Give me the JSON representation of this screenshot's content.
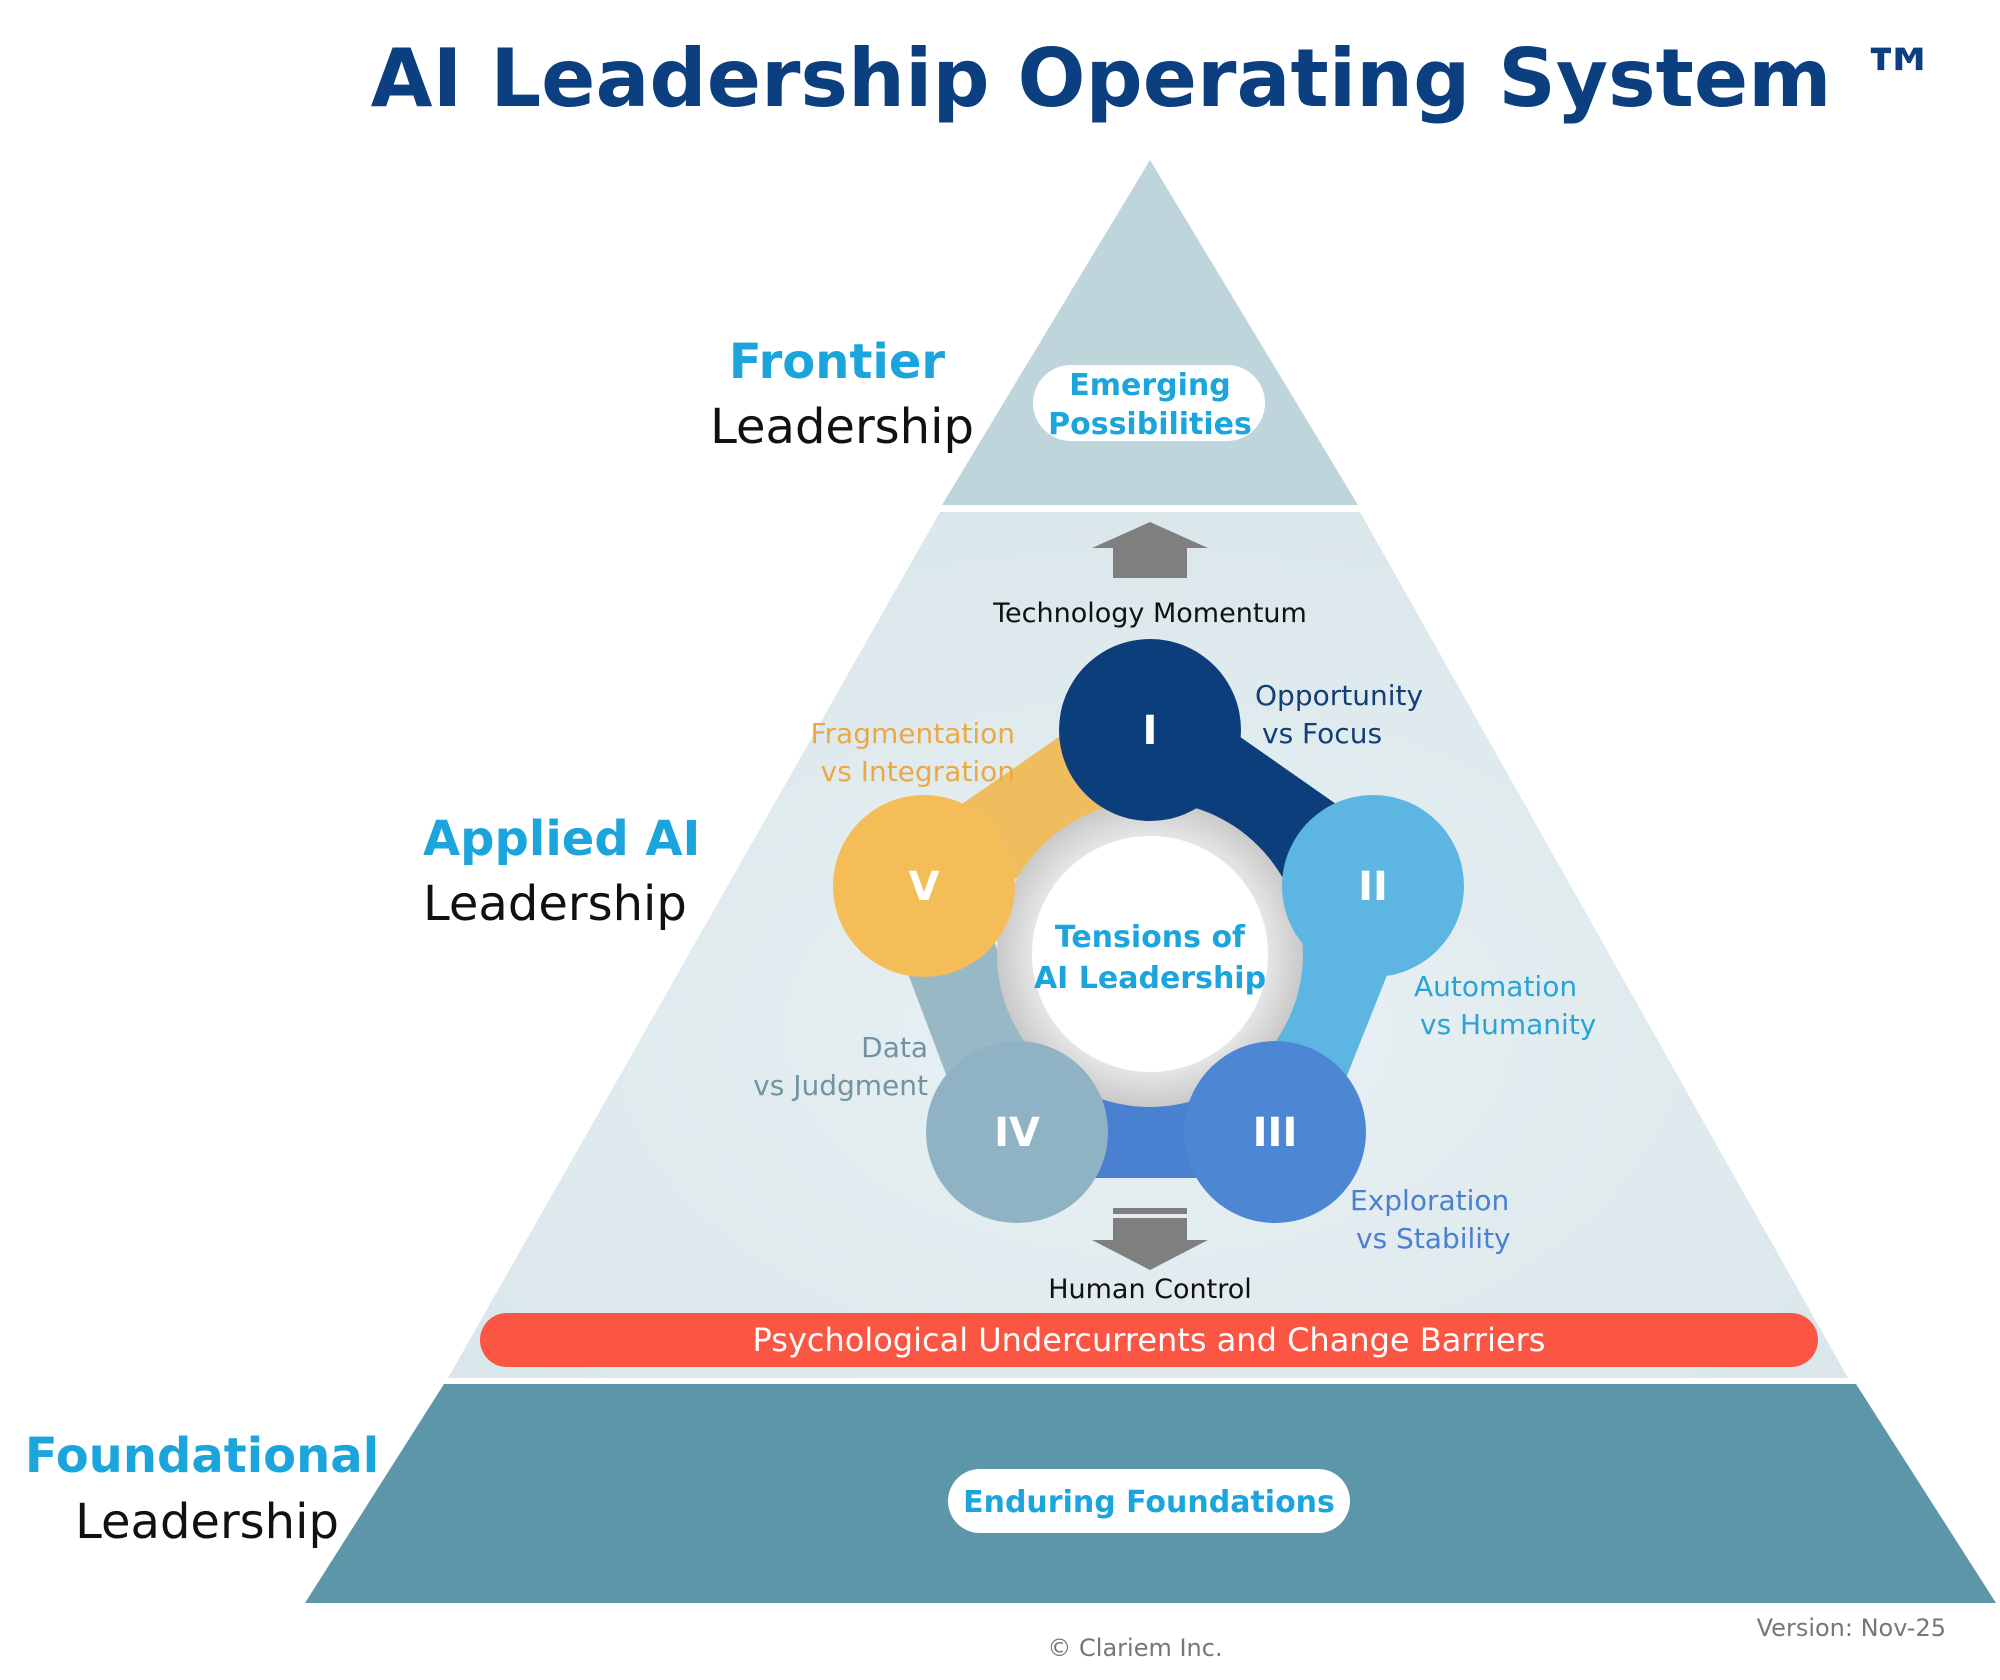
{
  "title": "AI Leadership Operating System ™",
  "tiers": {
    "frontier": {
      "highlight": "Frontier",
      "sub": "Leadership",
      "pill": [
        "Emerging",
        "Possibilities"
      ]
    },
    "applied": {
      "highlight": "Applied AI",
      "sub": "Leadership"
    },
    "foundational": {
      "highlight": "Foundational",
      "sub": "Leadership",
      "pill": "Enduring Foundations"
    }
  },
  "arrows": {
    "up": "Technology Momentum",
    "down": "Human Control"
  },
  "center": [
    "Tensions of",
    "AI Leadership"
  ],
  "nodes": [
    {
      "numeral": "I",
      "color": "#0d3e7c",
      "tension": [
        "Opportunity",
        "vs Focus"
      ]
    },
    {
      "numeral": "II",
      "color": "#5db6e2",
      "tension": [
        "Automation",
        "vs Humanity"
      ]
    },
    {
      "numeral": "III",
      "color": "#4d86d3",
      "tension": [
        "Exploration",
        "vs Stability"
      ]
    },
    {
      "numeral": "IV",
      "color": "#8fb3c4",
      "tension": [
        "Data",
        "vs Judgment"
      ]
    },
    {
      "numeral": "V",
      "color": "#f4bd58",
      "tension": [
        "Fragmentation",
        "vs Integration"
      ]
    }
  ],
  "barrier_bar": "Psychological Undercurrents and Change Barriers",
  "footer": {
    "copyright": "© Clariem Inc.",
    "version": "Version: Nov-25"
  },
  "colors": {
    "title": "#0b3f7f",
    "tier_highlight": "#1ba5dc",
    "frontier_fill": "#bfd5dc",
    "applied_fill": "#e6eff2",
    "foundational_fill": "#5c96a8",
    "barrier_bar": "#fb5544",
    "arrow": "#7f7f7f"
  }
}
